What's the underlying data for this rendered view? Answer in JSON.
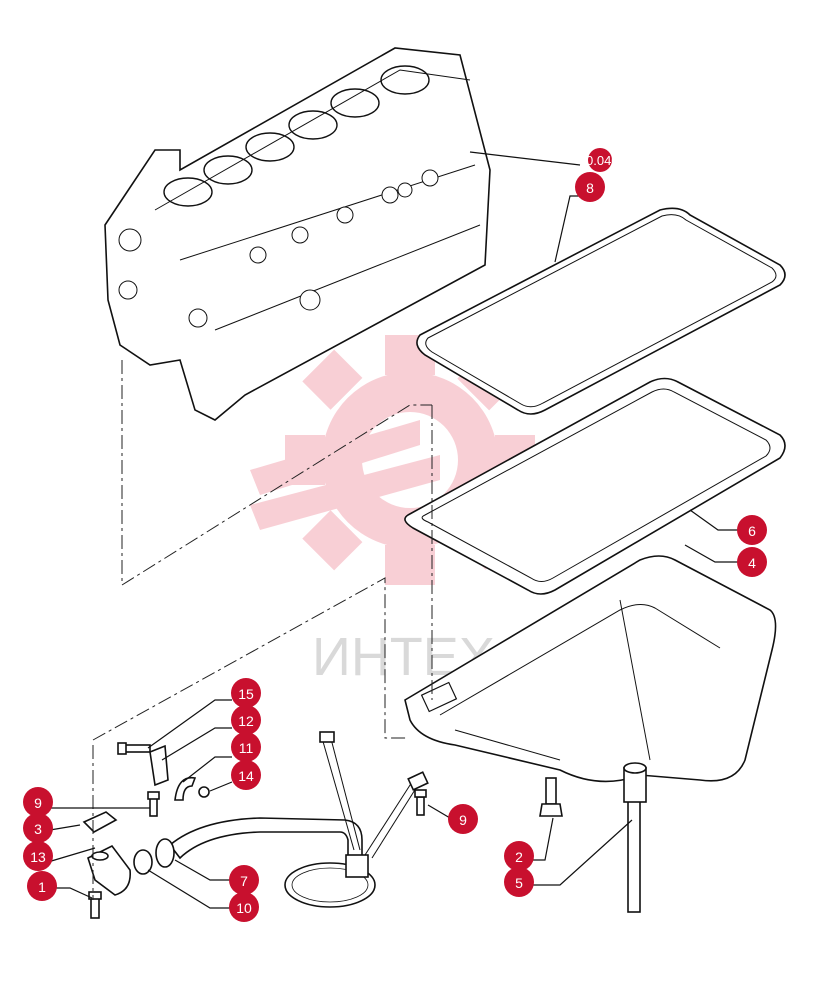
{
  "watermark": {
    "text": "ИНТЕХ",
    "color": "#f4b6bf"
  },
  "reference": {
    "label": "0.040"
  },
  "callout_color": "#c8102e",
  "callouts": [
    "8",
    "6",
    "4",
    "15",
    "12",
    "11",
    "14",
    "9",
    "3",
    "13",
    "1",
    "9",
    "7",
    "10",
    "2",
    "5"
  ]
}
